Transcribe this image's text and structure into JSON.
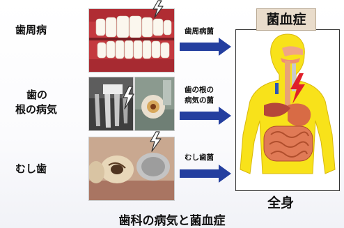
{
  "left_labels": {
    "periodontal": "歯周病",
    "root_line1": "歯の",
    "root_line2": "根の病気",
    "caries": "むし歯"
  },
  "arrows": {
    "periodontal_bacteria": "歯周病菌",
    "root_bacteria_line1": "歯の根の",
    "root_bacteria_line2": "病気の菌",
    "caries_bacteria": "むし歯菌"
  },
  "sepsis_title": "菌血症",
  "whole_body": "全身",
  "caption": "歯科の病気と菌血症",
  "colors": {
    "arrow": "#243f9f",
    "body_yellow": "#f8e21a",
    "lightning_red": "#e0202a",
    "title_bg": "#e9dccb"
  }
}
